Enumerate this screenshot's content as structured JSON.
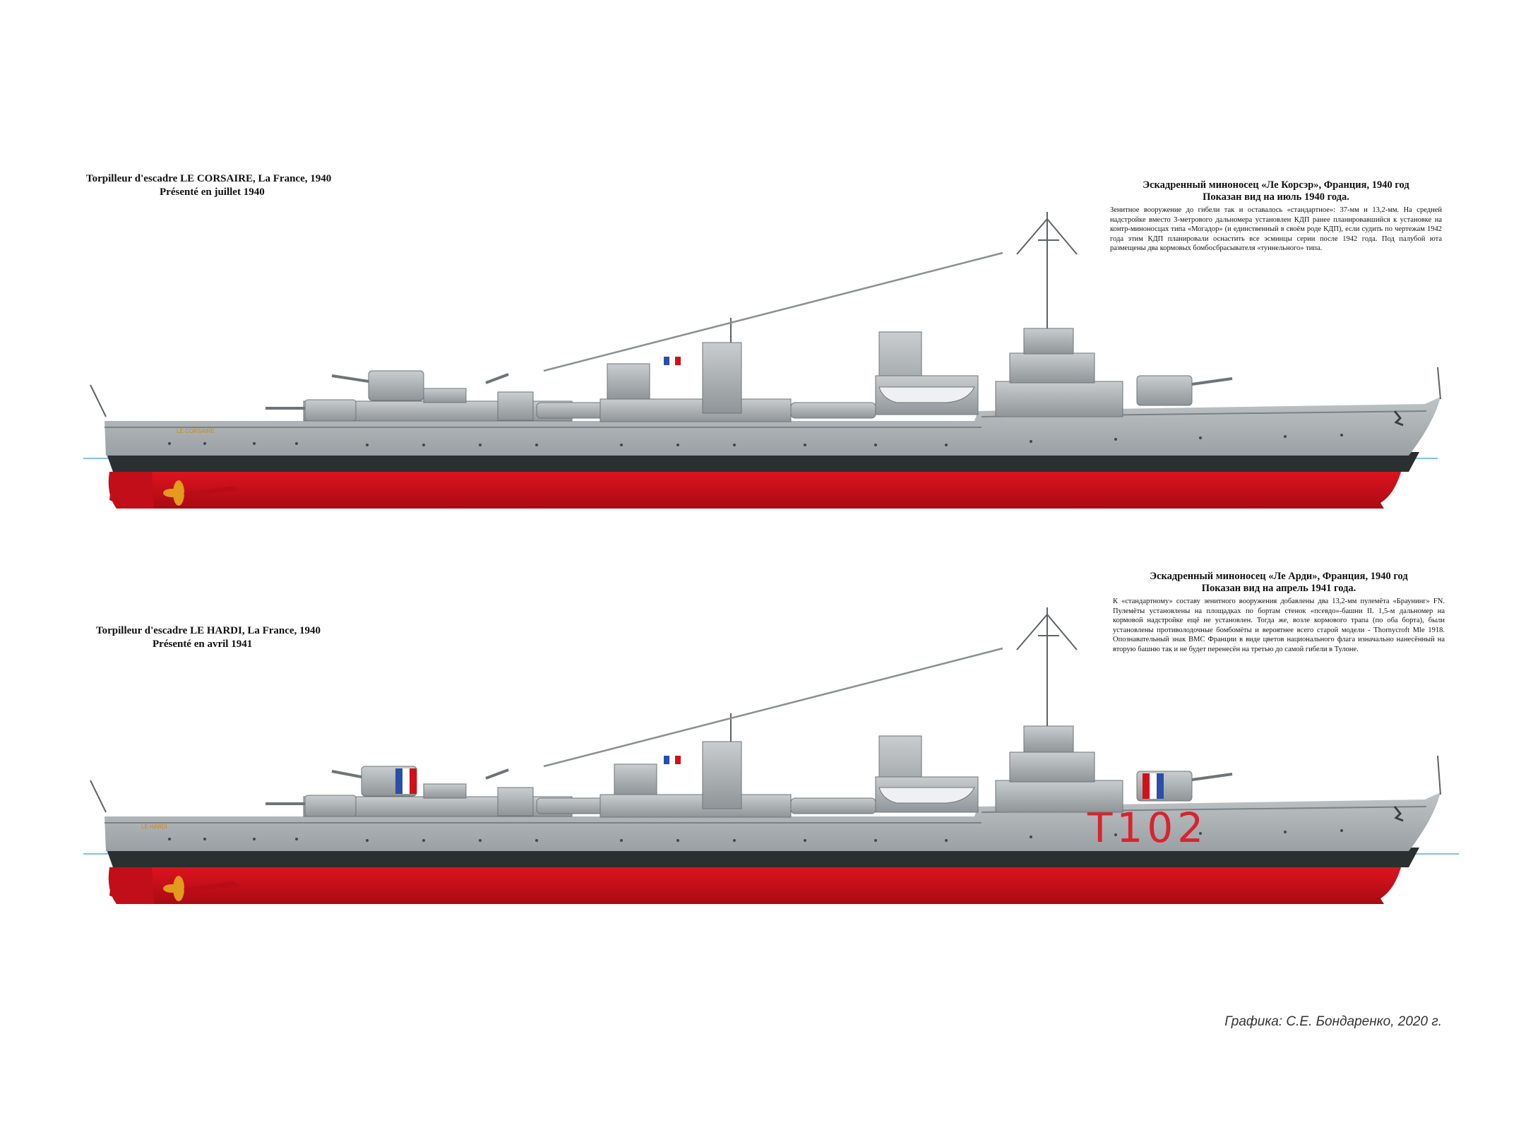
{
  "ships": [
    {
      "caption_fr_line1": "Torpilleur d'escadre LE CORSAIRE,  La France, 1940",
      "caption_fr_line2": "Présenté en juillet 1940",
      "caption_ru_title": "Эскадренный миноносец «Ле Корсэр», Франция, 1940 год",
      "caption_ru_subtitle": "Показан вид  на июль 1940 года.",
      "description": "Зенитное вооружение до гибели так и оставалось «стандартное»: 37-мм и 13,2-мм. На средней надстройке вместо 3-метрового дальномера установлен КДП ранее планировавшийся к установке на контр-миноносцах типа «Могадор» (и единственный в своём роде КДП), если судить по чертежам 1942 года этим КДП планировали оснастить все эсминцы серии после 1942 года. Под палубой юта размещены два кормовых бомбосбрасывателя «туннельного» типа.",
      "hull_name": "LE CORSAIRE",
      "pennant": "",
      "colors": {
        "hull": "#a9aeb1",
        "deck_edge": "#5f6468",
        "boot": "#2a2f2f",
        "antifouling": "#d2101a",
        "propeller": "#e49a1c",
        "waterline": "#7fc4e6"
      }
    },
    {
      "caption_fr_line1": "Torpilleur d'escadre LE HARDI,  La France, 1940",
      "caption_fr_line2": "Présenté en avril 1941",
      "caption_ru_title": "Эскадренный миноносец «Ле Арди», Франция, 1940 год",
      "caption_ru_subtitle": "Показан вид  на апрель 1941 года.",
      "description": "К «стандартному» составу зенитного вооружения добавлены два 13,2-мм пулемёта «Браунинг» FN. Пулемёты установлены на площадках по бортам стенок «псевдо»-башни II. 1,5-м дальномер на кормовой надстройке ещё не установлен. Тогда же, возле кормового трапа (по оба борта), были установлены противолодочные бомбомёты и вероятнее всего старой модели - Thornycroft Mle 1918. Опознавательный знак ВМС Франции в виде цветов национального флага изначально нанесённый на вторую башню так и не будет перенесён на третью до самой гибели в Тулоне.",
      "hull_name": "LE HARDI",
      "pennant": "T102",
      "colors": {
        "hull": "#a9aeb1",
        "deck_edge": "#5f6468",
        "boot": "#2a2f2f",
        "antifouling": "#d2101a",
        "propeller": "#e49a1c",
        "waterline": "#7fc4e6",
        "pennant": "#d9232e"
      }
    }
  ],
  "credit": "Графика: С.Е. Бондаренко, 2020 г."
}
